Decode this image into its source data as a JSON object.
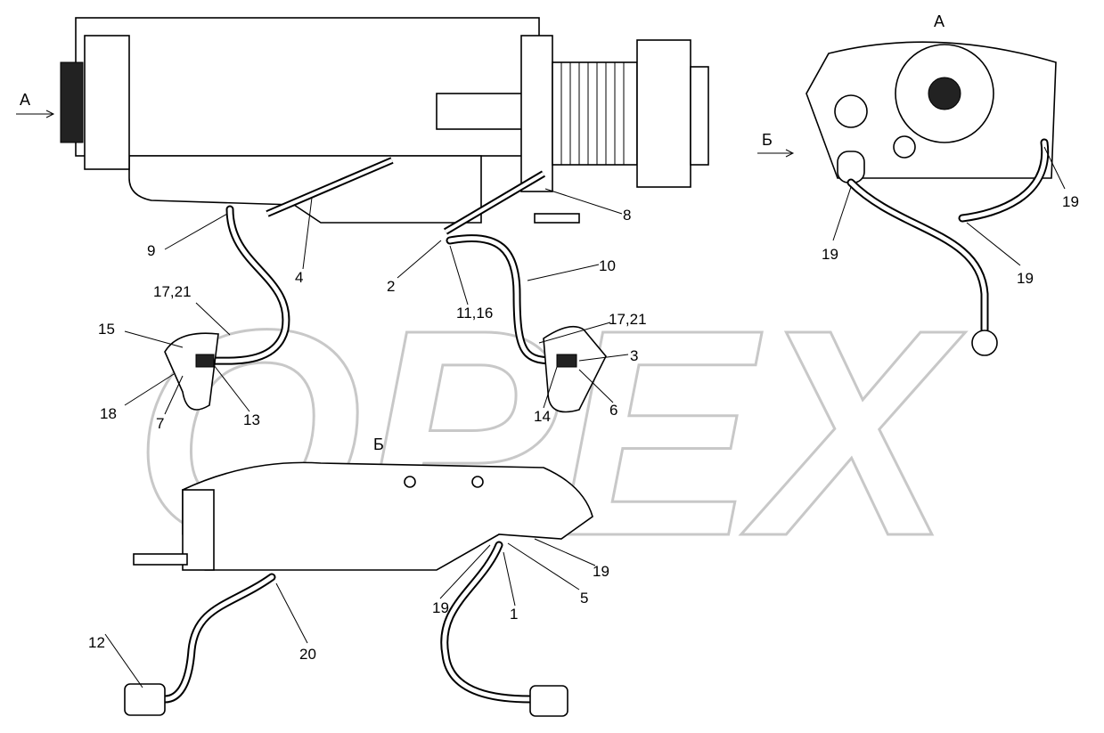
{
  "watermark": "OPEX",
  "views": {
    "a_title": "А",
    "a_arrow": "А",
    "b_title": "Б",
    "b_arrow": "Б"
  },
  "callouts": [
    "9",
    "4",
    "8",
    "10",
    "2",
    "11,16",
    "17,21",
    "15",
    "18",
    "7",
    "13",
    "17,21",
    "3",
    "6",
    "14",
    "19",
    "19",
    "19",
    "19",
    "5",
    "1",
    "19",
    "20",
    "12"
  ]
}
